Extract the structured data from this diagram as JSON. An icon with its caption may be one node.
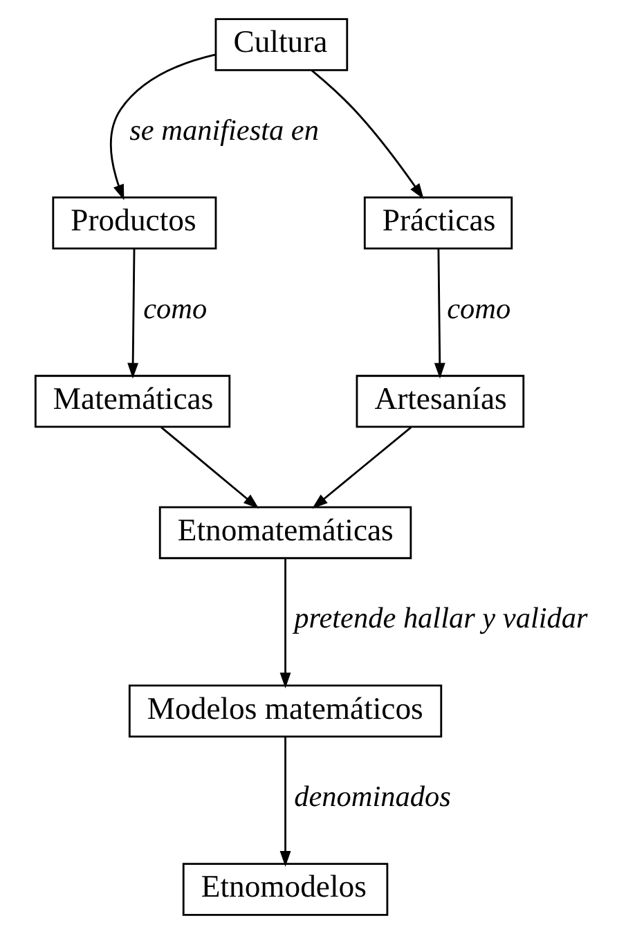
{
  "diagram": {
    "nodes": [
      {
        "text": [
          "Cultura"
        ]
      },
      {
        "text": [
          "Productos"
        ]
      },
      {
        "text": [
          "Prácticas"
        ]
      },
      {
        "text": [
          "Matemáticas"
        ]
      },
      {
        "text": [
          "Artesanías"
        ]
      },
      {
        "text": [
          "Etnomatemáticas"
        ]
      },
      {
        "text": [
          "Modelos matemáticos"
        ]
      },
      {
        "text": [
          "Etnomodelos"
        ]
      }
    ],
    "edges": [
      {
        "from": 0,
        "to": 1,
        "arrow": "to",
        "label": "se manifiesta en"
      },
      {
        "from": 0,
        "to": 2,
        "arrow": "to"
      },
      {
        "from": 1,
        "to": 3,
        "arrow": "to",
        "label": "como"
      },
      {
        "from": 2,
        "to": 4,
        "arrow": "to",
        "label": "como"
      },
      {
        "from": 3,
        "to": 5,
        "arrow": "to"
      },
      {
        "from": 4,
        "to": 5,
        "arrow": "to"
      },
      {
        "from": 5,
        "to": 6,
        "arrow": "to",
        "label": "pretende hallar y validar"
      },
      {
        "from": 6,
        "to": 7,
        "arrow": "to",
        "label": "denominados"
      }
    ]
  }
}
